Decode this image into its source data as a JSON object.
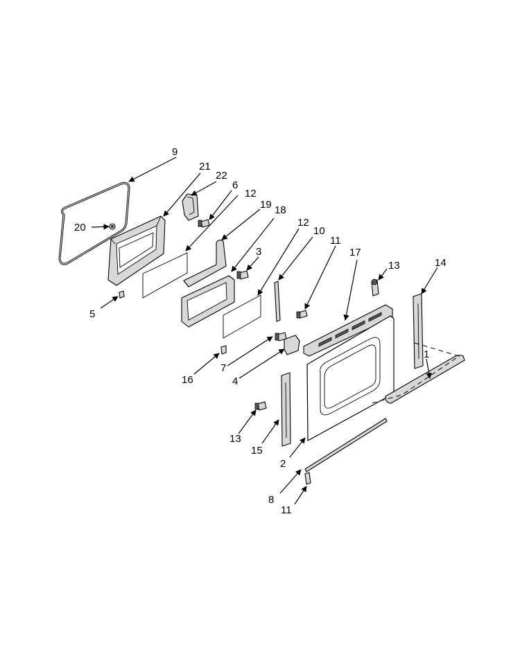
{
  "diagram": {
    "callouts": [
      {
        "id": "c9",
        "label": "9"
      },
      {
        "id": "c21",
        "label": "21"
      },
      {
        "id": "c22",
        "label": "22"
      },
      {
        "id": "c6",
        "label": "6"
      },
      {
        "id": "c12a",
        "label": "12"
      },
      {
        "id": "c19",
        "label": "19"
      },
      {
        "id": "c18",
        "label": "18"
      },
      {
        "id": "c12b",
        "label": "12"
      },
      {
        "id": "c10",
        "label": "10"
      },
      {
        "id": "c11a",
        "label": "11"
      },
      {
        "id": "c17",
        "label": "17"
      },
      {
        "id": "c13a",
        "label": "13"
      },
      {
        "id": "c14",
        "label": "14"
      },
      {
        "id": "c20",
        "label": "20"
      },
      {
        "id": "c3",
        "label": "3"
      },
      {
        "id": "c5",
        "label": "5"
      },
      {
        "id": "c16",
        "label": "16"
      },
      {
        "id": "c7",
        "label": "7"
      },
      {
        "id": "c4",
        "label": "4"
      },
      {
        "id": "c1",
        "label": "1"
      },
      {
        "id": "c13b",
        "label": "13"
      },
      {
        "id": "c15",
        "label": "15"
      },
      {
        "id": "c2",
        "label": "2"
      },
      {
        "id": "c8",
        "label": "8"
      },
      {
        "id": "c11b",
        "label": "11"
      }
    ]
  }
}
